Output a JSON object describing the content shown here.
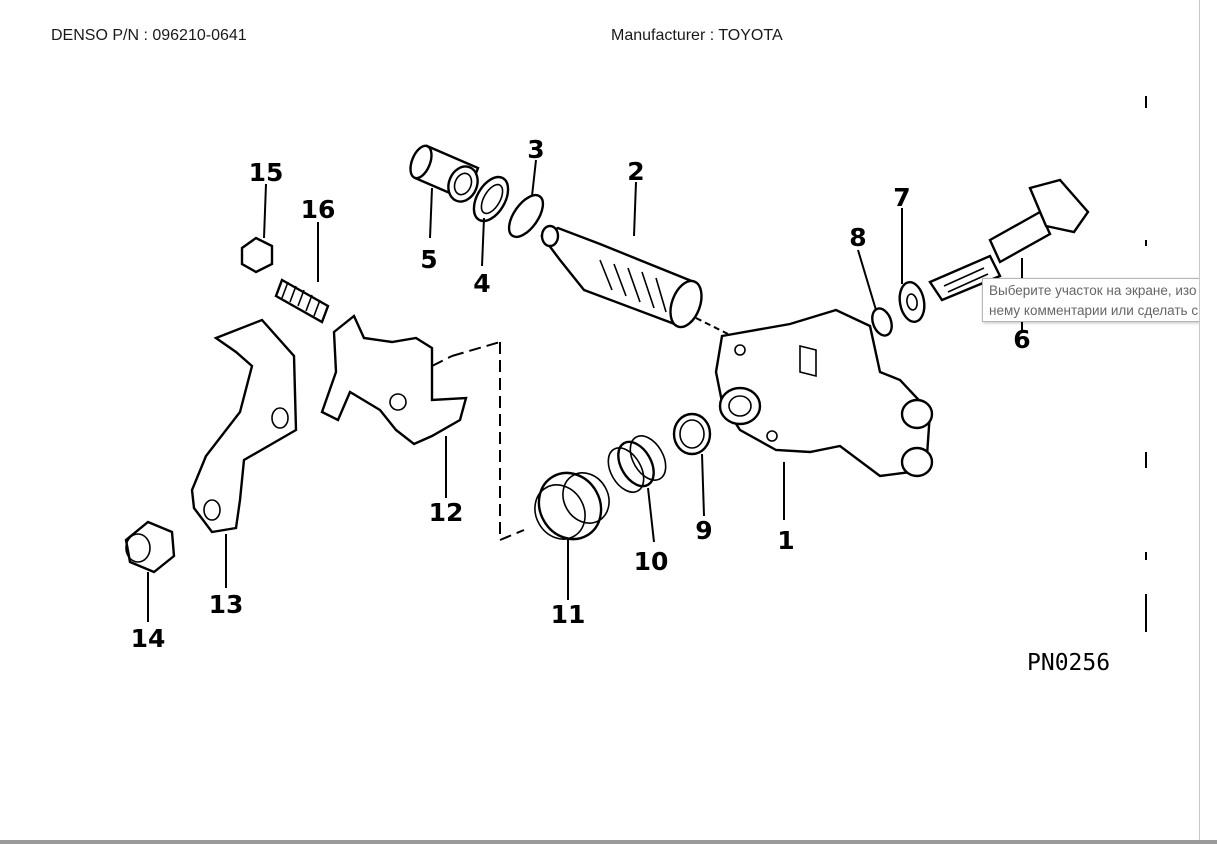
{
  "header": {
    "part_number": "DENSO P/N : 096210-0641",
    "manufacturer": "Manufacturer : TOYOTA"
  },
  "diagram": {
    "callouts": [
      "1",
      "2",
      "3",
      "4",
      "5",
      "6",
      "7",
      "8",
      "9",
      "10",
      "11",
      "12",
      "13",
      "14",
      "15",
      "16"
    ],
    "code": "PN0256"
  },
  "tooltip": {
    "line1": "Выберите участок на экране, изо",
    "line2": "нему комментарии или сделать с"
  }
}
